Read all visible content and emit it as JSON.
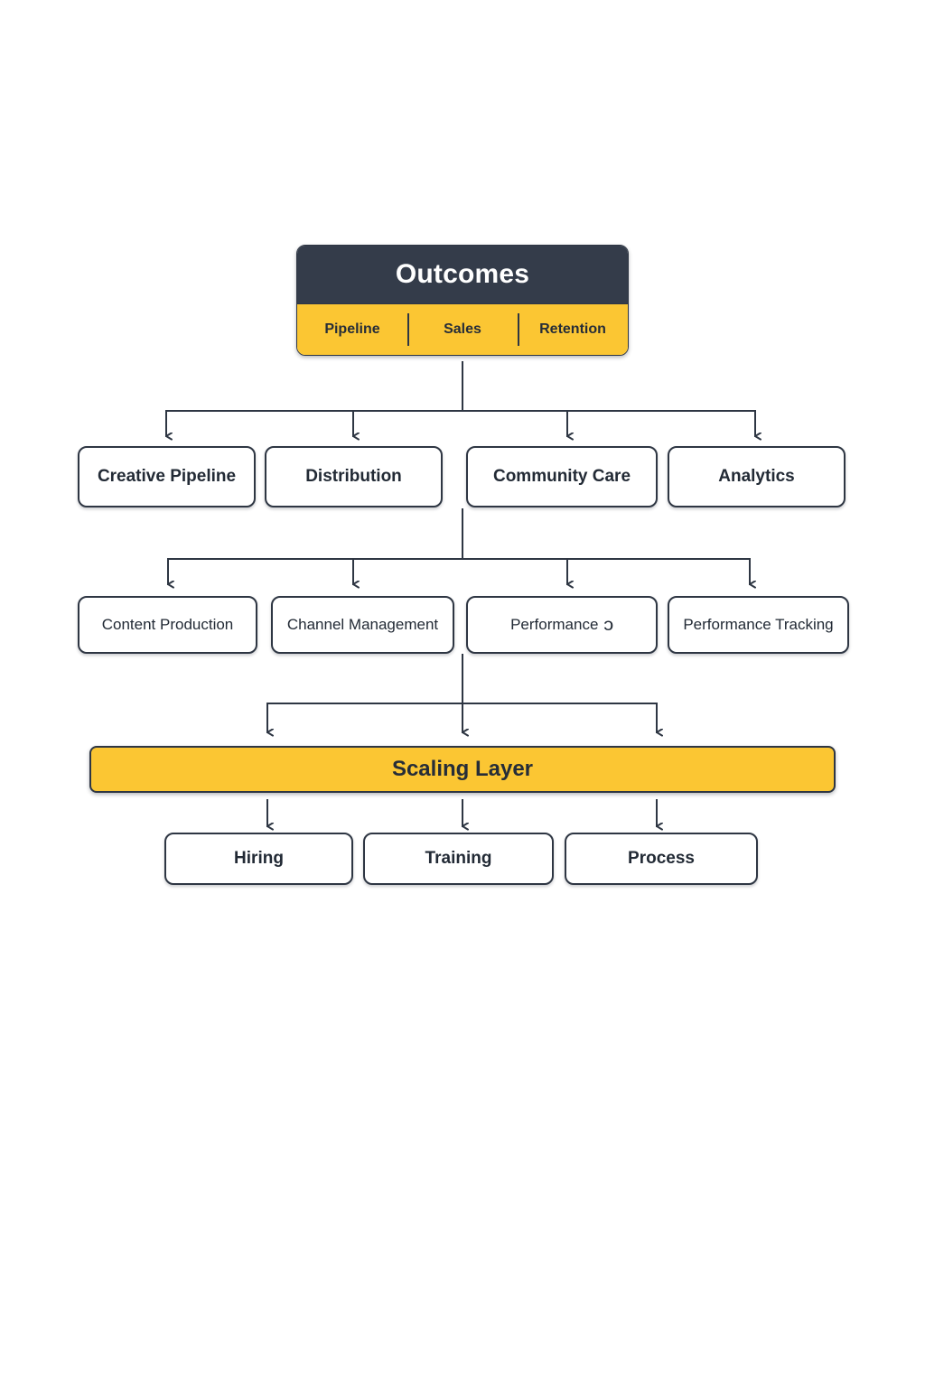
{
  "diagram": {
    "title": "Outcomes",
    "theme": {
      "dark": "#343c4a",
      "accent": "#fbc633",
      "stroke": "#2e3643",
      "box_fill": "#ffffff",
      "text_dark": "#222a35",
      "text_light": "#ffffff",
      "background": "#ffffff"
    },
    "header": {
      "title": "Outcomes",
      "chips": [
        {
          "label": "Pipeline"
        },
        {
          "label": "Sales"
        },
        {
          "label": "Retention"
        }
      ]
    },
    "rows": {
      "primary": [
        {
          "label": "Creative Pipeline"
        },
        {
          "label": "Distribution"
        },
        {
          "label": "Community Care"
        },
        {
          "label": "Analytics"
        }
      ],
      "secondary": [
        {
          "label": "Content Production",
          "glyph": ""
        },
        {
          "label": "Channel Management",
          "glyph": ""
        },
        {
          "label": "Performance",
          "glyph": "ↄ"
        },
        {
          "label": "Performance Tracking",
          "glyph": ""
        }
      ],
      "bottom": [
        {
          "label": "Hiring"
        },
        {
          "label": "Training"
        },
        {
          "label": "Process"
        }
      ]
    },
    "scaling_band": {
      "label": "Scaling Layer"
    }
  }
}
